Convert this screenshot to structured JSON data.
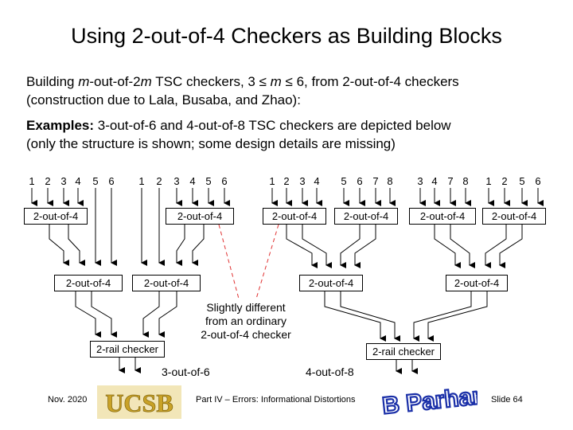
{
  "slide": {
    "title": "Using 2-out-of-4 Checkers as Building Blocks",
    "intro": {
      "line1_pre": "Building ",
      "line1_m": "m",
      "line1_mid": "-out-of-2",
      "line1_m2": "m",
      "line1_post": " TSC checkers, 3 ≤ ",
      "line1_m3": "m",
      "line1_end": " ≤ 6, from 2-out-of-4 checkers",
      "line2": "(construction due to Lala, Busaba, and Zhao):"
    },
    "examples": {
      "label": "Examples:",
      "line1": " 3-out-of-6 and 4-out-of-8 TSC checkers are depicted below",
      "line2": "(only the structure is shown; some design details are missing)"
    }
  },
  "diagram": {
    "box_label": "2-out-of-4",
    "rail_label": "2-rail checker",
    "left_inputs_a": [
      "1",
      "2",
      "3",
      "4",
      "5",
      "6"
    ],
    "left_inputs_b": [
      "1",
      "2",
      "3",
      "4",
      "5",
      "6"
    ],
    "right_inputs_a": [
      "1",
      "2",
      "3",
      "4"
    ],
    "right_inputs_b": [
      "5",
      "6",
      "7",
      "8"
    ],
    "right_inputs_c": [
      "3",
      "4",
      "7",
      "8"
    ],
    "right_inputs_d": [
      "1",
      "2",
      "5",
      "6"
    ],
    "note": [
      "Slightly different",
      "from an ordinary",
      "2-out-of-4 checker"
    ],
    "output_left": "3-out-of-6",
    "output_right": "4-out-of-8"
  },
  "footer": {
    "date": "Nov. 2020",
    "logo_text": "UCSB",
    "center": "Part IV – Errors: Informational Distortions",
    "author": "B Parhami",
    "slide": "Slide 64"
  },
  "colors": {
    "dashed": "#e03030",
    "logo_gold": "#c9a227"
  }
}
